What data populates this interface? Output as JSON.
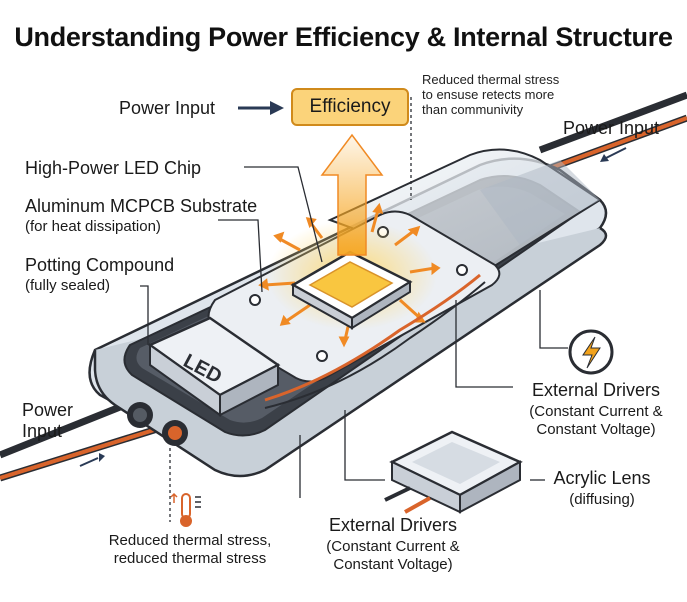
{
  "title": "Understanding Power Efficiency & Internal Structure",
  "labels": {
    "power_input_top": "Power Input",
    "efficiency": "Efficiency",
    "note_top_1": "Reduced thermal stress",
    "note_top_2": "to ensuse retects more",
    "note_top_3": "than communivity",
    "power_input_right": "Power Input",
    "led_chip": "High-Power LED Chip",
    "substrate": "Aluminum MCPCB Substrate",
    "substrate_sub": "(for heat dissipation)",
    "potting": "Potting Compound",
    "potting_sub": "(fully sealed)",
    "power_input_left_1": "Power",
    "power_input_left_2": "Input",
    "led_text": "LED",
    "ext_drivers_right": "External Drivers",
    "ext_drivers_right_sub1": "(Constant Current &",
    "ext_drivers_right_sub2": "Constant Voltage)",
    "acrylic_lens": "Acrylic Lens",
    "acrylic_lens_sub": "(diffusing)",
    "ext_drivers_bottom": "External Drivers",
    "ext_drivers_bottom_sub1": "(Constant Current &",
    "ext_drivers_bottom_sub2": "Constant Voltage)",
    "thermal_note_1": "Reduced thermal stress,",
    "thermal_note_2": "reduced thermal stress"
  },
  "colors": {
    "accent_orange": "#f08a24",
    "efficiency_fill": "#fbd37a",
    "efficiency_border": "#d08a1b",
    "cable_copper": "#d9642b",
    "outline": "#2a2d33",
    "housing": "#e4e9ef",
    "lightning_ring": "#2a2d33",
    "lightning_bolt": "#f2a21b"
  },
  "icons": [
    "arrow-right-icon",
    "lightning-bolt-icon",
    "thermometer-icon",
    "heat-arrows-icon"
  ]
}
